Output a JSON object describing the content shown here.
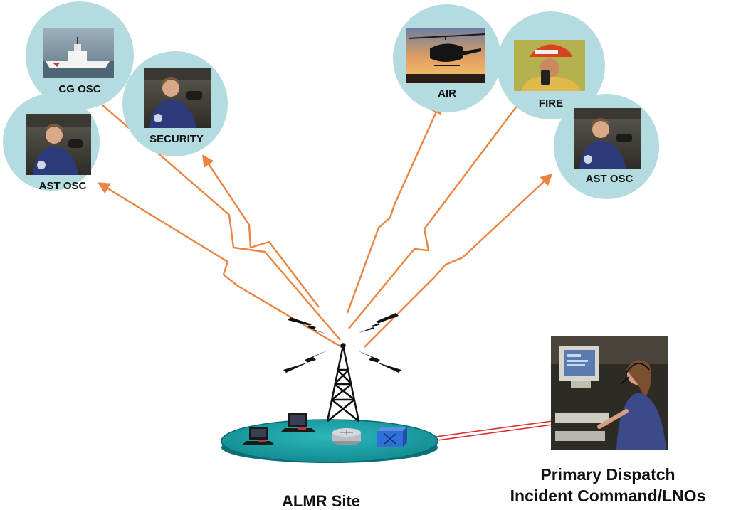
{
  "nodes": {
    "cg_osc": "CG OSC",
    "security": "SECURITY",
    "ast_osc_left": "AST OSC",
    "air": "AIR",
    "fire": "FIRE",
    "ast_osc_right": "AST OSC"
  },
  "site_label": "ALMR Site",
  "dispatch": {
    "line1": "Primary Dispatch",
    "line2": "Incident Command/LNOs"
  },
  "colors": {
    "circle": "#b3dbe0",
    "site_disc": "#179aa0",
    "signal": "#ea8440",
    "link": "#d93030"
  }
}
